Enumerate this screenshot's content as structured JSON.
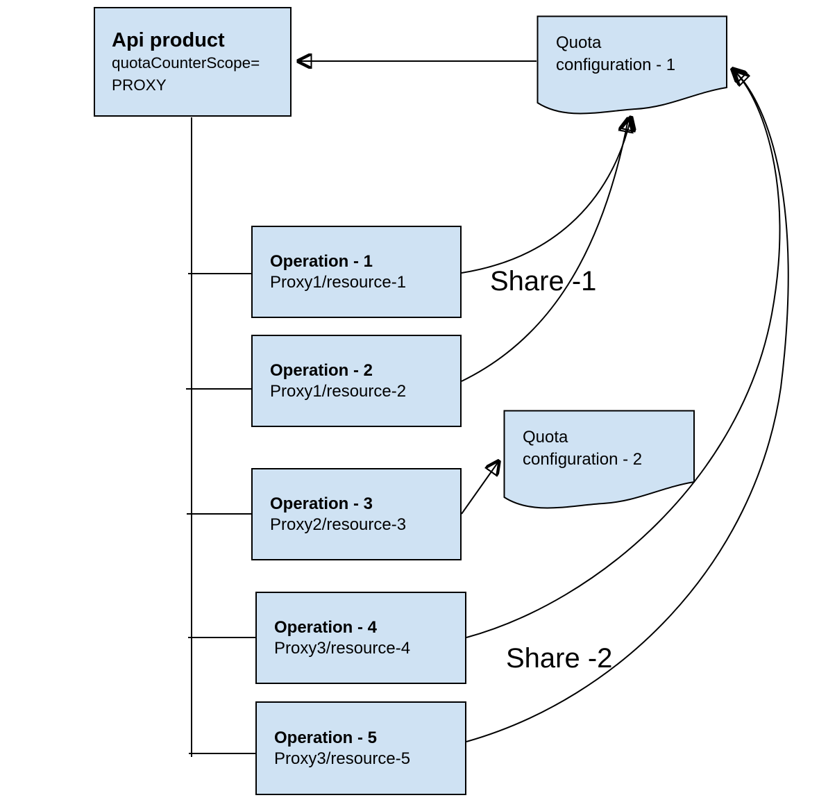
{
  "diagram": {
    "api_product": {
      "title": "Api product",
      "attr_line1": "quotaCounterScope=",
      "attr_line2": "PROXY"
    },
    "quota_configs": [
      {
        "label": "Quota configuration - 1"
      },
      {
        "label": "Quota configuration - 2"
      }
    ],
    "operations": [
      {
        "title": "Operation - 1",
        "resource": "Proxy1/resource-1"
      },
      {
        "title": "Operation - 2",
        "resource": "Proxy1/resource-2"
      },
      {
        "title": "Operation - 3",
        "resource": "Proxy2/resource-3"
      },
      {
        "title": "Operation - 4",
        "resource": "Proxy3/resource-4"
      },
      {
        "title": "Operation - 5",
        "resource": "Proxy3/resource-5"
      }
    ],
    "edge_labels": [
      {
        "text": "Share -1"
      },
      {
        "text": "Share -2"
      }
    ],
    "colors": {
      "node_fill": "#cfe2f3",
      "node_stroke": "#000000",
      "connector": "#000000",
      "canvas_bg": "#ffffff"
    }
  }
}
